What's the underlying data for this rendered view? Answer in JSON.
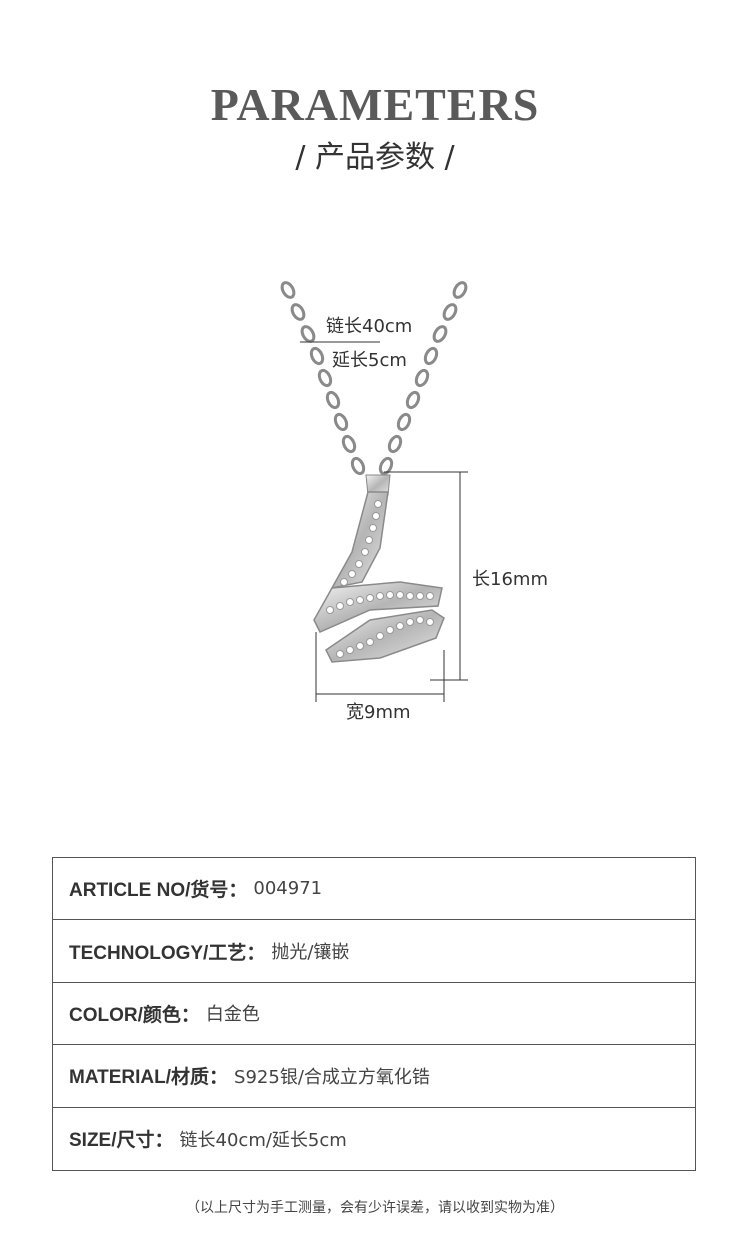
{
  "header": {
    "title": "PARAMETERS",
    "subtitle": "/ 产品参数 /"
  },
  "product": {
    "chain_length": "链长40cm",
    "extension": "延长5cm",
    "height": "长16mm",
    "width": "宽9mm"
  },
  "params": [
    {
      "key": "ARTICLE NO/货号：",
      "value": "004971"
    },
    {
      "key": "TECHNOLOGY/工艺：",
      "value": "抛光/镶嵌"
    },
    {
      "key": "COLOR/颜色：",
      "value": "白金色"
    },
    {
      "key": "MATERIAL/材质：",
      "value": "S925银/合成立方氧化锆"
    },
    {
      "key": "SIZE/尺寸：",
      "value": "链长40cm/延长5cm"
    }
  ],
  "note": "（以上尺寸为手工测量，会有少许误差，请以收到实物为准）"
}
